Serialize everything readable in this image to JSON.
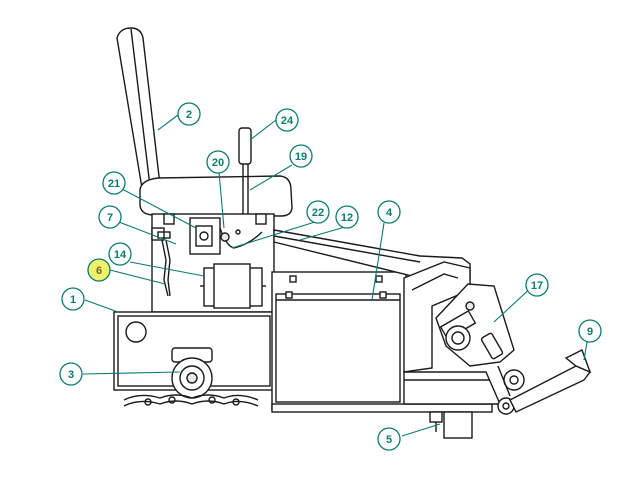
{
  "diagram": {
    "callouts": [
      {
        "id": "c1",
        "label": "1",
        "highlighted": false
      },
      {
        "id": "c2",
        "label": "2",
        "highlighted": false
      },
      {
        "id": "c3",
        "label": "3",
        "highlighted": false
      },
      {
        "id": "c4",
        "label": "4",
        "highlighted": false
      },
      {
        "id": "c5",
        "label": "5",
        "highlighted": false
      },
      {
        "id": "c6",
        "label": "6",
        "highlighted": true
      },
      {
        "id": "c7",
        "label": "7",
        "highlighted": false
      },
      {
        "id": "c9",
        "label": "9",
        "highlighted": false
      },
      {
        "id": "c12",
        "label": "12",
        "highlighted": false
      },
      {
        "id": "c14",
        "label": "14",
        "highlighted": false
      },
      {
        "id": "c17",
        "label": "17",
        "highlighted": false
      },
      {
        "id": "c19",
        "label": "19",
        "highlighted": false
      },
      {
        "id": "c20",
        "label": "20",
        "highlighted": false
      },
      {
        "id": "c21",
        "label": "21",
        "highlighted": false
      },
      {
        "id": "c22",
        "label": "22",
        "highlighted": false
      },
      {
        "id": "c24",
        "label": "24",
        "highlighted": false
      }
    ],
    "colors": {
      "callout_stroke": "#0b7a70",
      "callout_text": "#0b7a70",
      "highlight_fill": "#f1f06a",
      "line_art": "#1a1a1a"
    }
  }
}
